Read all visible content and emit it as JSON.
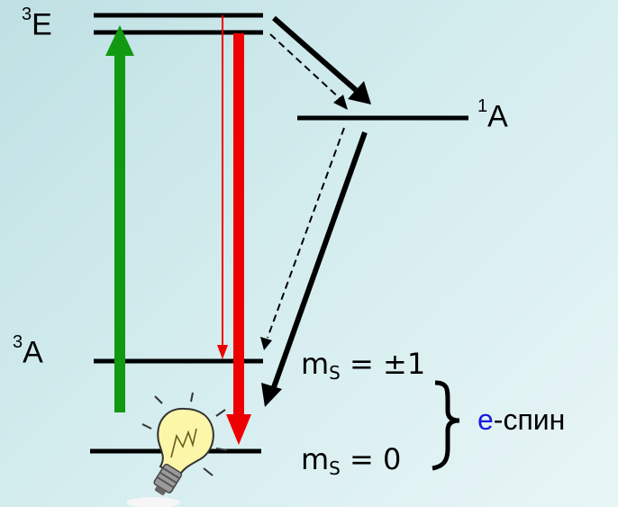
{
  "levels": {
    "excited_triplet": {
      "sup": "3",
      "letter": "E"
    },
    "ground_triplet": {
      "sup": "3",
      "letter": "A"
    },
    "singlet": {
      "sup": "1",
      "letter": "A"
    }
  },
  "sublevels": {
    "ms_pm1": {
      "m": "m",
      "s": "S",
      "rest": " = ±1"
    },
    "ms_0": {
      "m": "m",
      "s": "S",
      "rest": " = 0"
    }
  },
  "spin_label": {
    "e": "e",
    "rest": "-спин"
  },
  "icons": [
    "light-bulb-icon"
  ],
  "colors": {
    "excitation_arrow": "#119911",
    "emission_arrow": "#ee0000",
    "level_line": "#000000",
    "spin_e": "#1a1adc"
  }
}
